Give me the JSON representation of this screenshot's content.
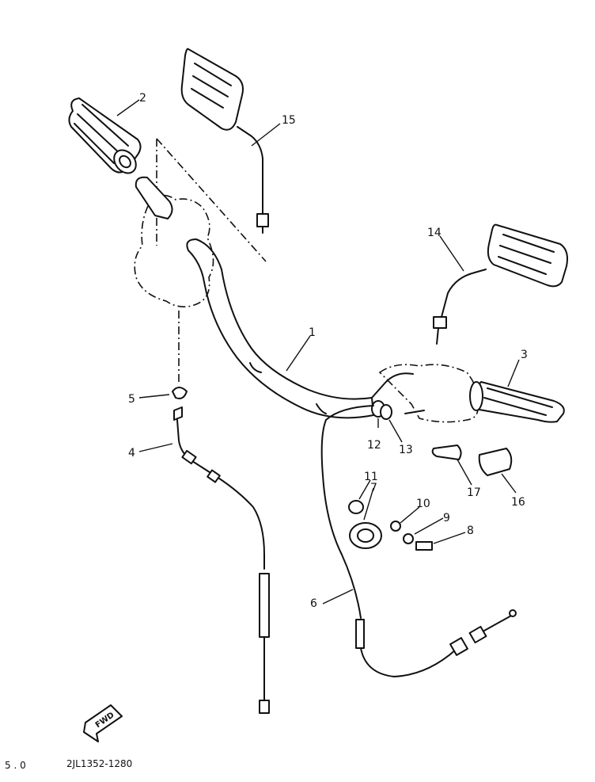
{
  "callouts": [
    {
      "id": "1",
      "label": "1"
    },
    {
      "id": "2",
      "label": "2"
    },
    {
      "id": "3",
      "label": "3"
    },
    {
      "id": "4",
      "label": "4"
    },
    {
      "id": "5",
      "label": "5"
    },
    {
      "id": "6",
      "label": "6"
    },
    {
      "id": "7",
      "label": "7"
    },
    {
      "id": "8",
      "label": "8"
    },
    {
      "id": "9",
      "label": "9"
    },
    {
      "id": "10",
      "label": "10"
    },
    {
      "id": "11",
      "label": "11"
    },
    {
      "id": "12",
      "label": "12"
    },
    {
      "id": "13",
      "label": "13"
    },
    {
      "id": "14",
      "label": "14"
    },
    {
      "id": "15",
      "label": "15"
    },
    {
      "id": "16",
      "label": "16"
    },
    {
      "id": "17",
      "label": "17"
    }
  ],
  "fwd_label": "FWD",
  "footer": {
    "page_mark": "5 . 0",
    "drawing_code": "2JL1352-1280"
  }
}
